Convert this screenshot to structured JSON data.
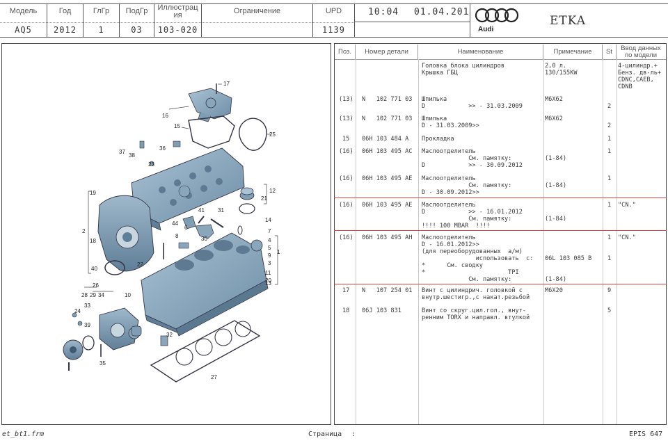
{
  "header": {
    "model": {
      "label": "Модель",
      "value": "AQ5"
    },
    "year": {
      "label": "Год",
      "value": "2012"
    },
    "group": {
      "label": "ГлГр",
      "value": "1"
    },
    "subgroup": {
      "label": "ПодГр",
      "value": "03"
    },
    "illustration": {
      "label": "Иллюстрация",
      "value": "103-020"
    },
    "restriction": {
      "label": "Ограничение",
      "value": ""
    },
    "upd": {
      "label": "UPD",
      "value": "1139"
    },
    "time": "10:04",
    "date": "01.04.201",
    "brand": "Audi",
    "app_title": "ETKA"
  },
  "diagram": {
    "callouts": [
      "17",
      "16",
      "15",
      "25",
      "37",
      "38",
      "36",
      "23",
      "19",
      "12",
      "21",
      "2",
      "44",
      "41",
      "31",
      "14",
      "7",
      "6",
      "30",
      "8",
      "18",
      "4",
      "5",
      "9",
      "1",
      "3",
      "11",
      "13",
      "22",
      "20",
      "40",
      "10",
      "27",
      "26",
      "28",
      "29",
      "34",
      "33",
      "24",
      "39",
      "32",
      "35"
    ]
  },
  "parts_table": {
    "columns": {
      "pos": "Поз.",
      "part_no": "Номер детали",
      "name": "Наименование",
      "note": "Примечание",
      "qty": "St",
      "models": "Ввод данных по модели"
    },
    "rows": [
      {
        "pos": "",
        "part_no": "",
        "name": "Головка блока цилиндров\nКрышка ГБЦ",
        "note": "2,0 л.\n130/155KW",
        "qty": "",
        "models": "4-цилиндр.+\nБенз. дв-ль+\nCDNC,CAEB,\nCDNB"
      },
      {
        "pos": "(13)",
        "part_no": "N   102 771 03",
        "name": "Шпилька\nD            >> - 31.03.2009",
        "note": "M6X62",
        "qty": "\n2",
        "models": ""
      },
      {
        "pos": "(13)",
        "part_no": "N   102 771 03",
        "name": "Шпилька\nD - 31.03.2009>>",
        "note": "M6X62",
        "qty": "\n2",
        "models": ""
      },
      {
        "pos": "15",
        "part_no": "06H 103 484 A",
        "name": "Прокладка",
        "note": "",
        "qty": "1",
        "models": ""
      },
      {
        "pos": "(16)",
        "part_no": "06H 103 495 AC",
        "name": "Маслоотделитель\n             См. памятку:\nD            >> - 30.09.2012",
        "note": "\n(1-84)",
        "qty": "1",
        "models": ""
      },
      {
        "pos": "(16)",
        "part_no": "06H 103 495 AE",
        "name": "Маслоотделитель\n             См. памятку:\nD - 30.09.2012>>",
        "note": "\n(1-84)",
        "qty": "1",
        "models": ""
      },
      {
        "pos": "(16)",
        "part_no": "06H 103 495 AE",
        "name": "Маслоотделитель\nD            >> - 16.01.2012\n             См. памятку:\n!!!! 100 MBAR  !!!!",
        "note": "\n\n(1-84)",
        "qty": "1",
        "models": "\"CN.\""
      },
      {
        "pos": "(16)",
        "part_no": "06H 103 495 AH",
        "name": "Маслоотделитель\nD - 16.01.2012>>\n(для переоборудованных  а/м)\n               использовать  с:\n*      См. сводку\n*                       TPI\n             См. памятку:",
        "note": "\n\n\n06L 103 085 B\n\n\n(1-84)",
        "qty": "1\n\n\n1",
        "models": "\"CN.\""
      },
      {
        "pos": "17",
        "part_no": "N   107 254 01",
        "name": "Винт с цилиндрич. головкой с\nвнутр.шестигр.,с накат.резьбой",
        "note": "M6X20",
        "qty": "9",
        "models": ""
      },
      {
        "pos": "18",
        "part_no": "06J 103 831",
        "name": "Винт со скруг.цил.гол., внут-\nренним TORX и направл. втулкой",
        "note": "",
        "qty": "5",
        "models": ""
      }
    ]
  },
  "footer": {
    "form": "et_bt1.frm",
    "page_label": "Страница",
    "page_sep": ":",
    "system": "EPIS 647"
  }
}
